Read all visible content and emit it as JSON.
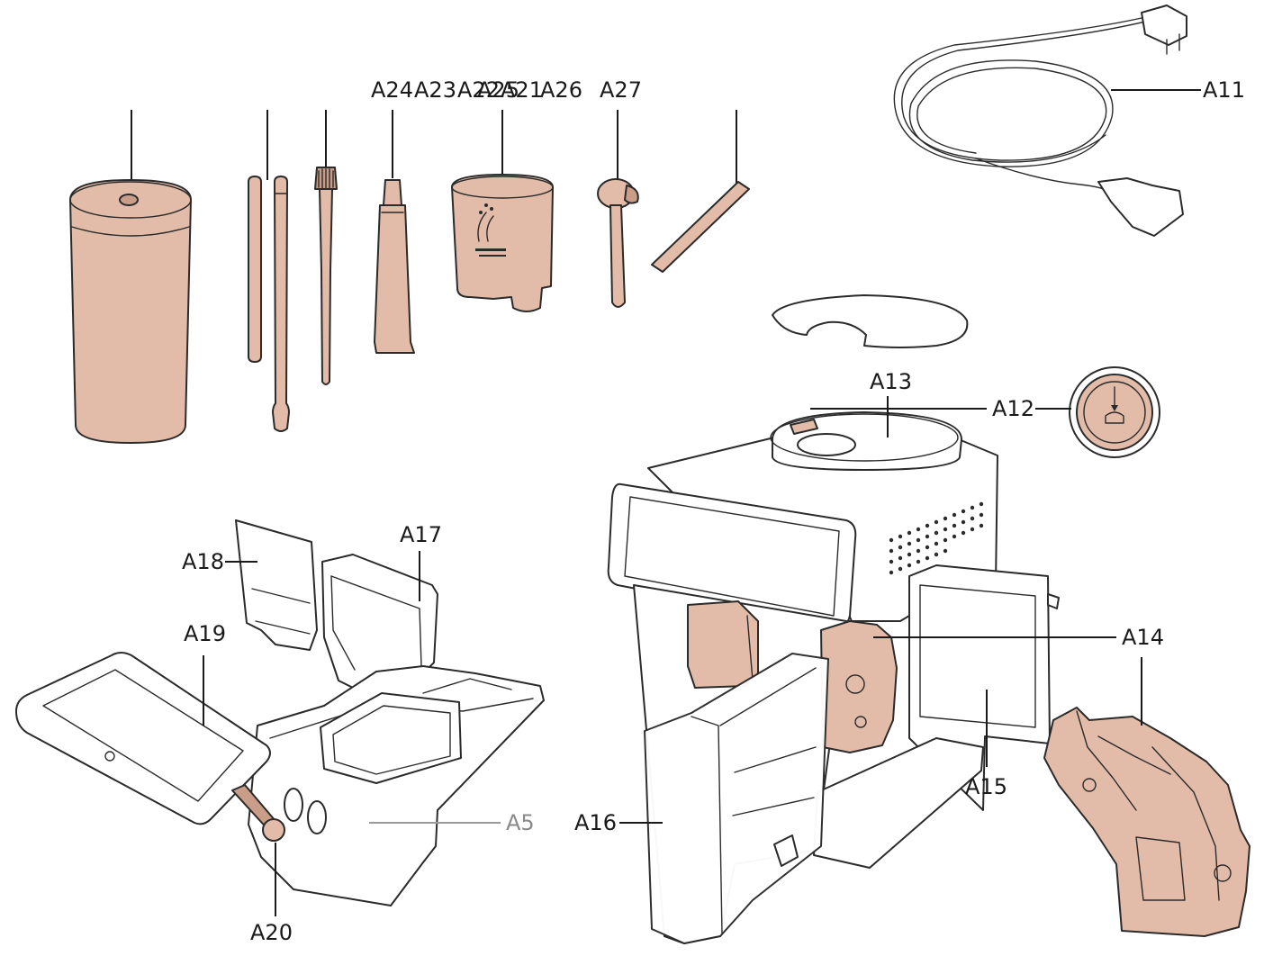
{
  "colors": {
    "accent_part": "#e2bca8",
    "accent_part_dark": "#c99d87",
    "line": "#2b2b2b",
    "background": "#ffffff",
    "grey_label": "#8a8a8a"
  },
  "labels": {
    "a24": "A24",
    "a23": "A23",
    "a22": "A22",
    "a25": "A25",
    "a21": "A21",
    "a26": "A26",
    "a27": "A27",
    "a11": "A11",
    "a13": "A13",
    "a12": "A12",
    "a17": "A17",
    "a18": "A18",
    "a19": "A19",
    "a14": "A14",
    "a15": "A15",
    "a5": "A5",
    "a16": "A16",
    "a20": "A20"
  }
}
